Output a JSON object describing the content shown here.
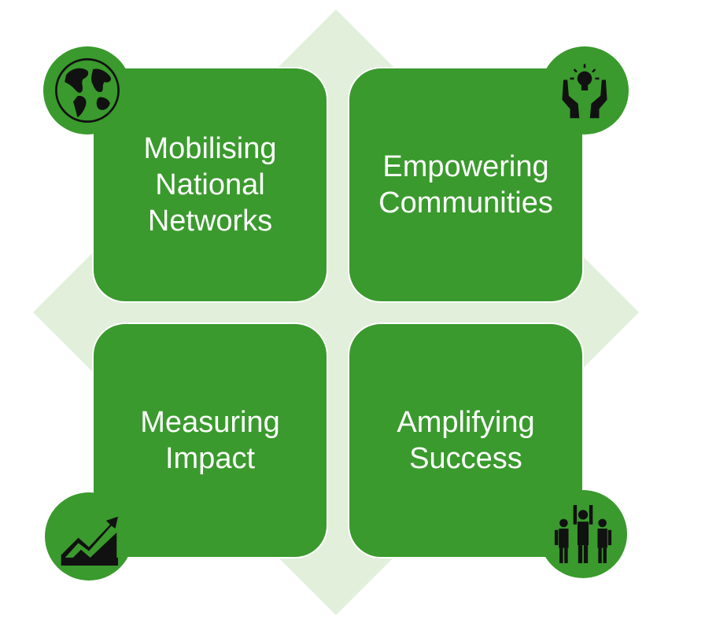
{
  "colors": {
    "tile": "#3a9a2d",
    "background_diamond": "#e1efdb",
    "icon": "#111111",
    "text": "#ffffff"
  },
  "quadrants": [
    {
      "label": "Mobilising\nNational\nNetworks",
      "icon": "globe-icon"
    },
    {
      "label": "Empowering\nCommunities",
      "icon": "hands-lightbulb-icon"
    },
    {
      "label": "Measuring\nImpact",
      "icon": "growth-chart-icon"
    },
    {
      "label": "Amplifying\nSuccess",
      "icon": "cheering-people-icon"
    }
  ]
}
